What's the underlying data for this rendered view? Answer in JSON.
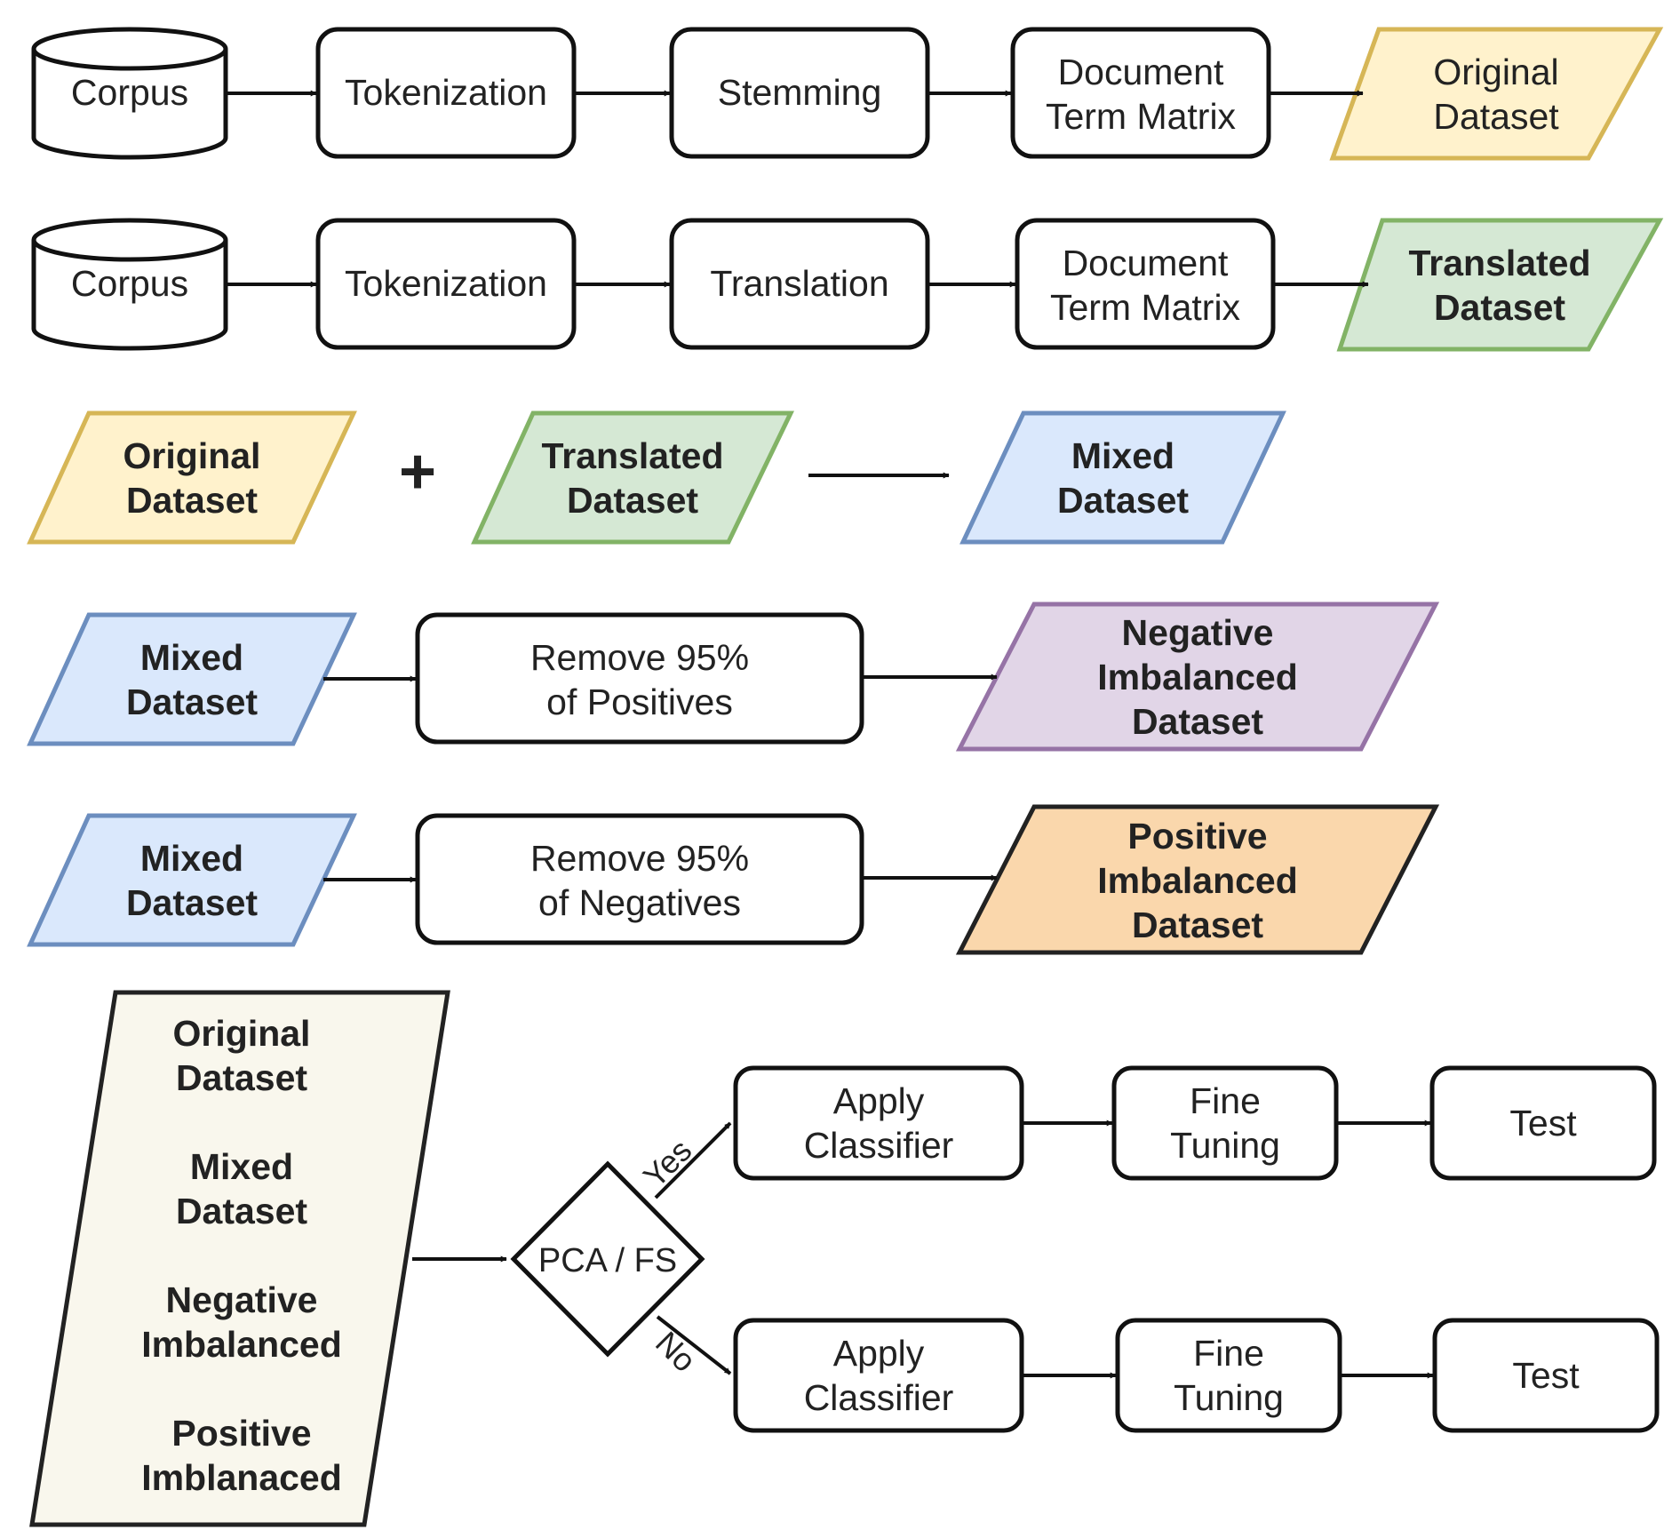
{
  "colors": {
    "original": {
      "fill": "#fff2cc",
      "stroke": "#d6b656"
    },
    "translated": {
      "fill": "#d5e8d4",
      "stroke": "#82b366"
    },
    "mixed": {
      "fill": "#dae8fc",
      "stroke": "#6c8ebf"
    },
    "negative": {
      "fill": "#e1d5e7",
      "stroke": "#9673a6"
    },
    "positive": {
      "fill": "#fad7ac",
      "stroke": "#222222"
    },
    "combined": {
      "fill": "#f9f7ed",
      "stroke": "#222222"
    }
  },
  "row1": {
    "corpus": "Corpus",
    "tokenization": "Tokenization",
    "stemming": "Stemming",
    "dtm": [
      "Document",
      "Term Matrix"
    ],
    "output": [
      "Original",
      "Dataset"
    ]
  },
  "row2": {
    "corpus": "Corpus",
    "tokenization": "Tokenization",
    "translation": "Translation",
    "dtm": [
      "Document",
      "Term Matrix"
    ],
    "output": [
      "Translated",
      "Dataset"
    ]
  },
  "row3": {
    "input_a": [
      "Original",
      "Dataset"
    ],
    "plus": "+",
    "input_b": [
      "Translated",
      "Dataset"
    ],
    "output": [
      "Mixed",
      "Dataset"
    ]
  },
  "row4": {
    "input": [
      "Mixed",
      "Dataset"
    ],
    "process": [
      "Remove 95%",
      "of Positives"
    ],
    "output": [
      "Negative",
      "Imbalanced",
      "Dataset"
    ]
  },
  "row5": {
    "input": [
      "Mixed",
      "Dataset"
    ],
    "process": [
      "Remove 95%",
      "of Negatives"
    ],
    "output": [
      "Positive",
      "Imbalanced",
      "Dataset"
    ]
  },
  "row6": {
    "datasets": [
      [
        "Original",
        "Dataset"
      ],
      [
        "Mixed",
        "Dataset"
      ],
      [
        "Negative",
        "Imbalanced"
      ],
      [
        "Positive",
        "Imblanaced"
      ]
    ],
    "decision": "PCA / FS",
    "yes": "Yes",
    "no": "No",
    "yes_branch": {
      "classifier": [
        "Apply",
        "Classifier"
      ],
      "tuning": [
        "Fine",
        "Tuning"
      ],
      "test": "Test"
    },
    "no_branch": {
      "classifier": [
        "Apply",
        "Classifier"
      ],
      "tuning": [
        "Fine",
        "Tuning"
      ],
      "test": "Test"
    }
  }
}
